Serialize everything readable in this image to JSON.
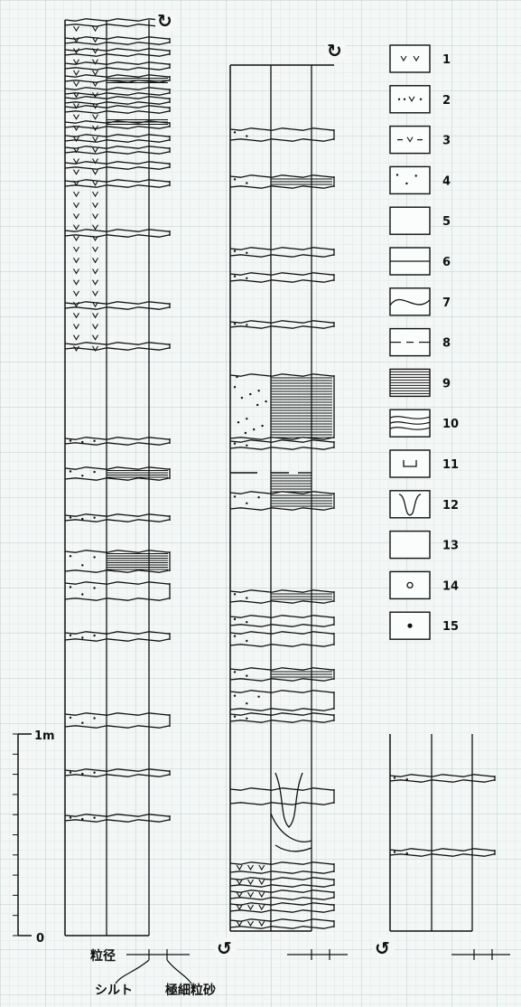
{
  "arrows": {
    "col1_top": "↻",
    "col2_top": "↻",
    "col2_bottom": "↺",
    "col3_bottom": "↺"
  },
  "scale": {
    "top_label": "1m",
    "bottom_label": "0"
  },
  "grain_size": {
    "title": "粒径",
    "left_label": "シルト",
    "right_label": "極細粒砂"
  },
  "legend": [
    {
      "number": "1",
      "icon": "volcanic-ash-v-icon"
    },
    {
      "number": "2",
      "icon": "dot-v-icon"
    },
    {
      "number": "3",
      "icon": "dash-v-icon"
    },
    {
      "number": "4",
      "icon": "scattered-dots-icon"
    },
    {
      "number": "5",
      "icon": "blank-icon"
    },
    {
      "number": "6",
      "icon": "horizontal-line-icon"
    },
    {
      "number": "7",
      "icon": "wavy-line-icon"
    },
    {
      "number": "8",
      "icon": "broken-line-icon"
    },
    {
      "number": "9",
      "icon": "parallel-lamination-icon"
    },
    {
      "number": "10",
      "icon": "wavy-lamination-icon"
    },
    {
      "number": "11",
      "icon": "bracket-icon"
    },
    {
      "number": "12",
      "icon": "u-shape-icon"
    },
    {
      "number": "13",
      "icon": "blank-icon"
    },
    {
      "number": "14",
      "icon": "small-circle-icon"
    },
    {
      "number": "15",
      "icon": "dot-icon"
    }
  ]
}
